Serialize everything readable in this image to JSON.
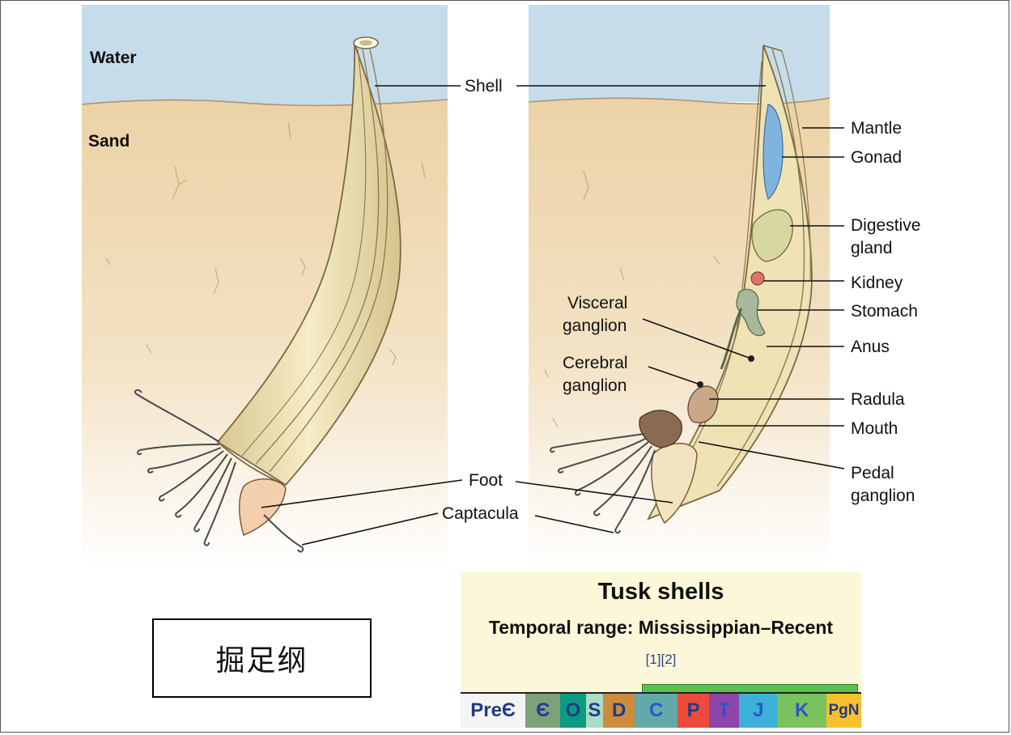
{
  "environment": {
    "water_label": "Water",
    "sand_label": "Sand"
  },
  "labels": {
    "shell": "Shell",
    "foot": "Foot",
    "captacula": "Captacula",
    "mantle": "Mantle",
    "gonad": "Gonad",
    "digestive_gland_1": "Digestive",
    "digestive_gland_2": "gland",
    "kidney": "Kidney",
    "stomach": "Stomach",
    "anus": "Anus",
    "visceral_ganglion_1": "Visceral",
    "visceral_ganglion_2": "ganglion",
    "cerebral_ganglion_1": "Cerebral",
    "cerebral_ganglion_2": "ganglion",
    "radula": "Radula",
    "mouth": "Mouth",
    "pedal_ganglion_1": "Pedal",
    "pedal_ganglion_2": "ganglion"
  },
  "caption": "掘足纲",
  "taxobox": {
    "title": "Tusk shells",
    "temporal_range": "Temporal range: Mississippian–Recent",
    "refs": "[1][2]",
    "periods": [
      {
        "label": "PreЄ",
        "bg": "#f4f4f4",
        "fg": "#233a8a"
      },
      {
        "label": "Є",
        "bg": "#7fa17a",
        "fg": "#233a8a"
      },
      {
        "label": "O",
        "bg": "#0a9b80",
        "fg": "#233a8a"
      },
      {
        "label": "S",
        "bg": "#a9ddc4",
        "fg": "#233a8a"
      },
      {
        "label": "D",
        "bg": "#cc8c3c",
        "fg": "#233a8a"
      },
      {
        "label": "C",
        "bg": "#62aaa9",
        "fg": "#2a56c8"
      },
      {
        "label": "P",
        "bg": "#ee4a3b",
        "fg": "#233a8a"
      },
      {
        "label": "T",
        "bg": "#8c45a8",
        "fg": "#2a56c8"
      },
      {
        "label": "J",
        "bg": "#3cb0d6",
        "fg": "#2a56c8"
      },
      {
        "label": "K",
        "bg": "#7cc25d",
        "fg": "#2a56c8"
      },
      {
        "label": "PgN",
        "bg": "#f8c02a",
        "fg": "#233a8a"
      }
    ]
  },
  "colors": {
    "water": "#c6dcea",
    "sand": "#f1dcb8",
    "shell": "#efe2b5",
    "gonad": "#7fb4de",
    "digestive": "#d9d7a0",
    "kidney": "#d9746a",
    "stomach": "#a8b89a"
  }
}
